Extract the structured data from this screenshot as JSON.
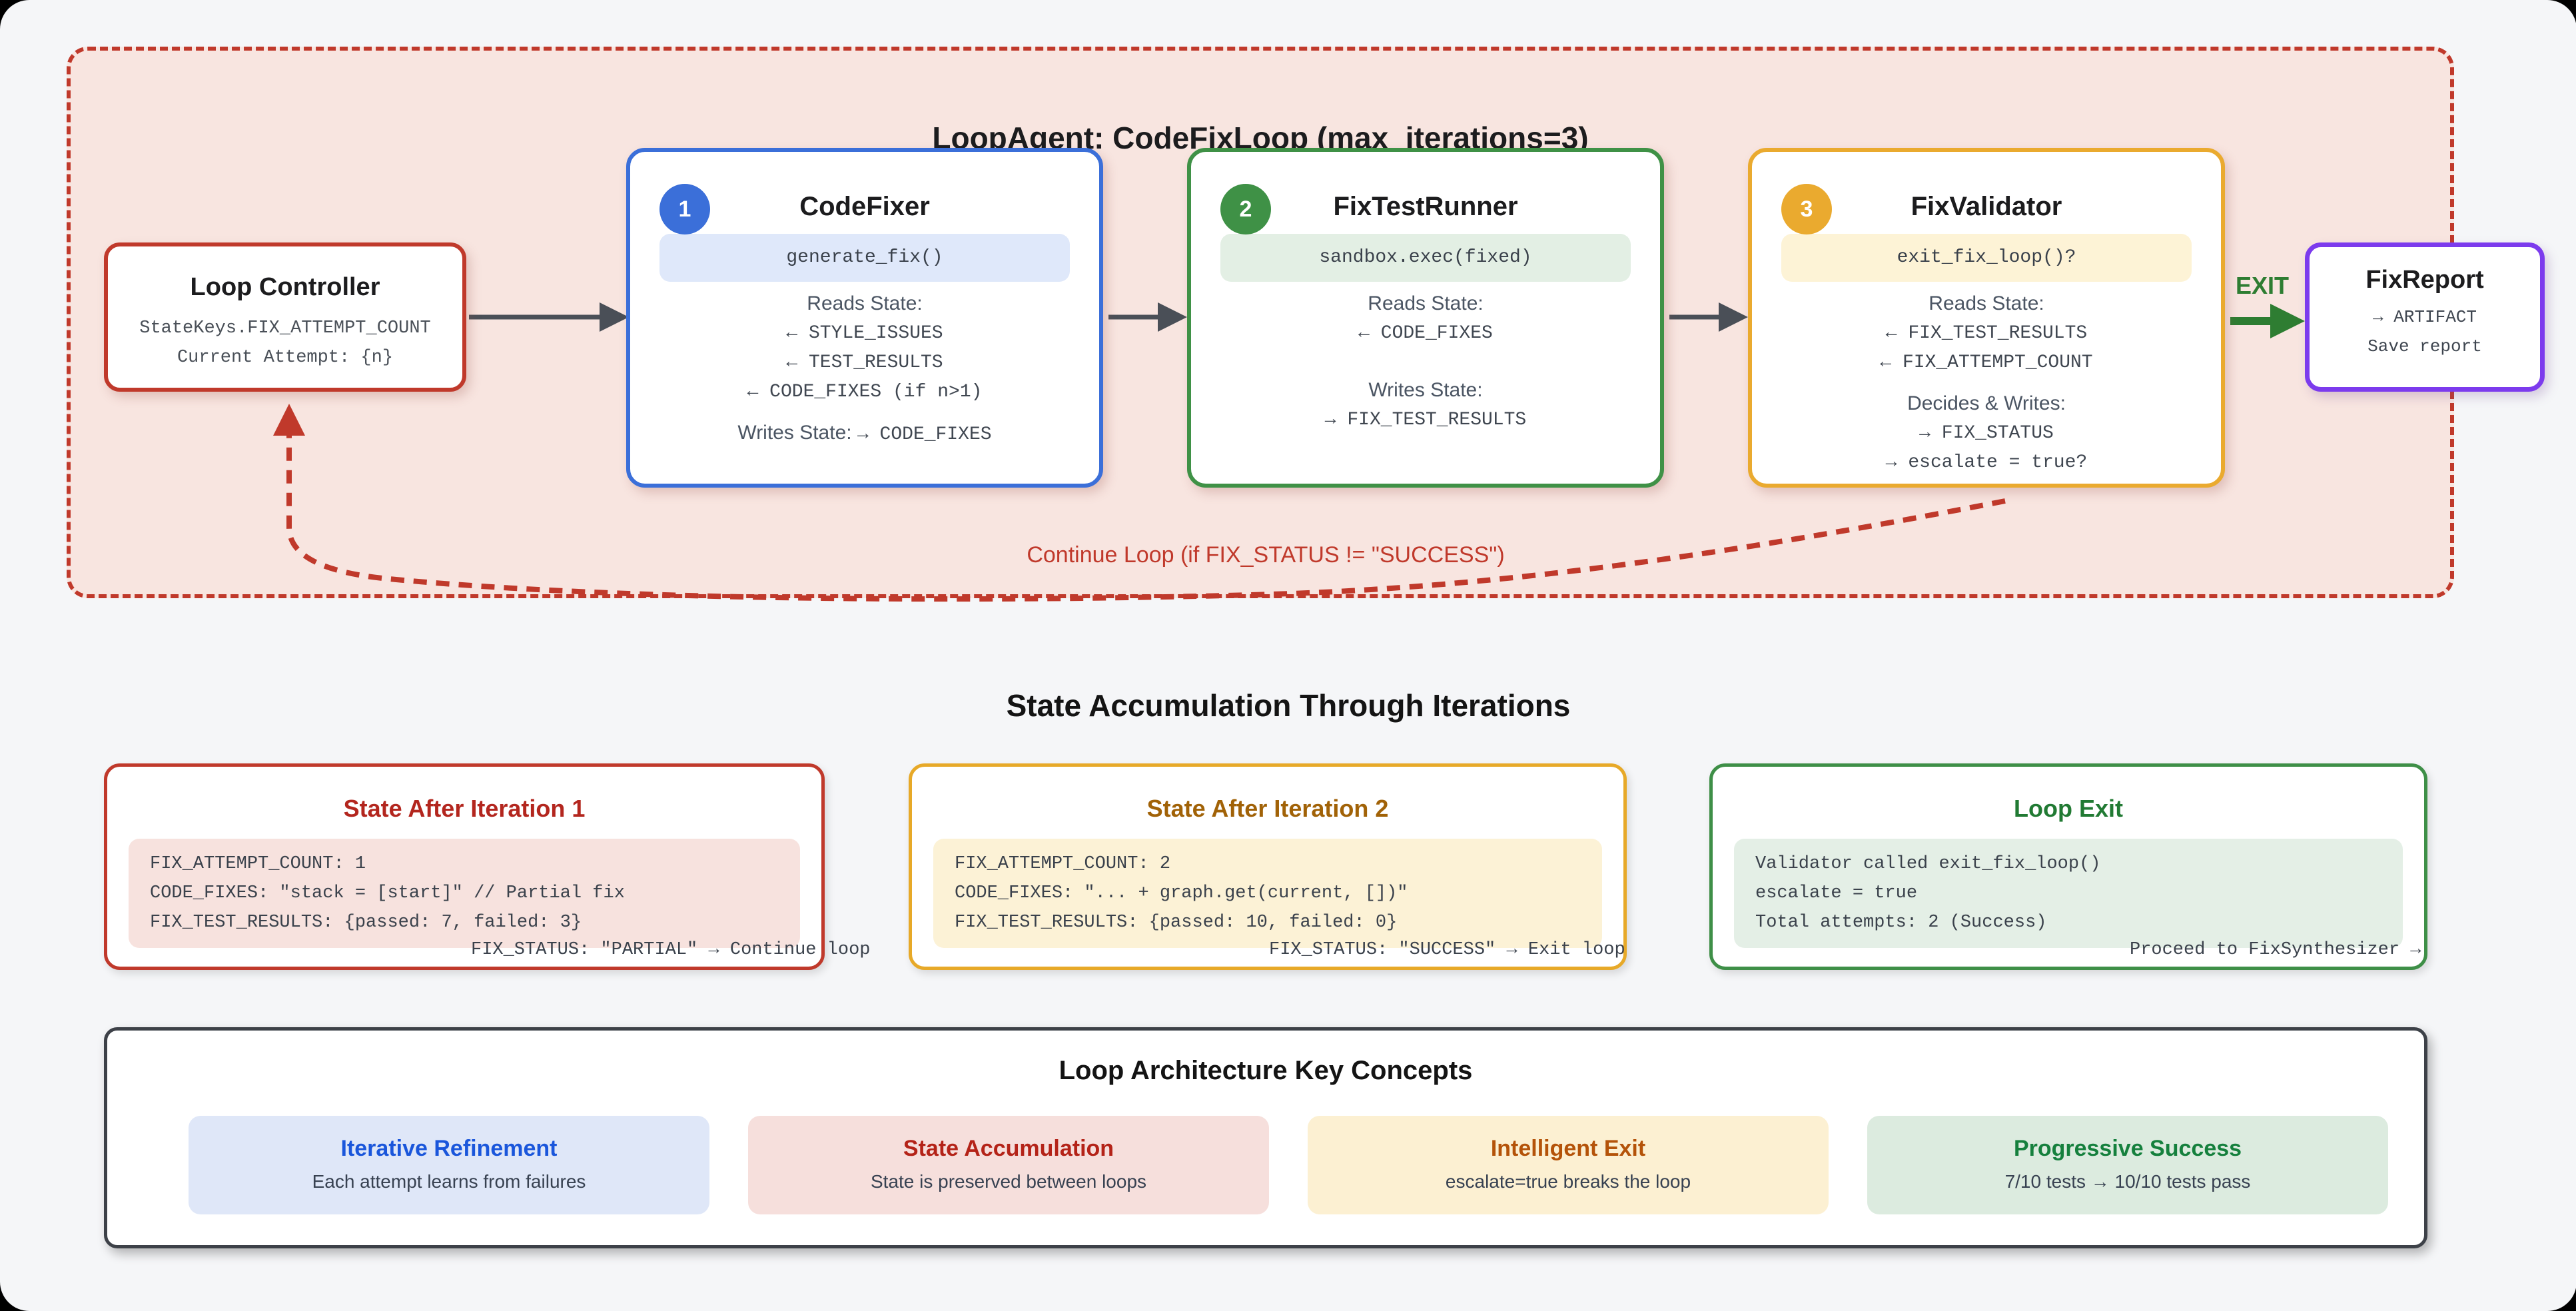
{
  "colors": {
    "page_bg": "#f5f6f8",
    "outer_bg": "#000000",
    "loop_bg": "#f8e5e0",
    "loop_border": "#c0392b",
    "blue_accent": "#3b6fd9",
    "green_accent": "#3f9146",
    "amber_accent": "#eaaa2f",
    "purple_accent": "#7c3bed",
    "exit_green": "#2e7d32",
    "arrow_gray": "#4a4f57"
  },
  "loop_container": {
    "title": "LoopAgent: CodeFixLoop (max_iterations=3)",
    "continue_label": "Continue Loop (if FIX_STATUS != \"SUCCESS\")",
    "exit_label": "EXIT"
  },
  "loop_controller": {
    "title": "Loop Controller",
    "lines": [
      "StateKeys.FIX_ATTEMPT_COUNT",
      "Current Attempt: {n}"
    ]
  },
  "agents": [
    {
      "badge": "1",
      "title": "CodeFixer",
      "pill": "generate_fix()",
      "reads_label": "Reads State:",
      "reads": [
        "← STYLE_ISSUES",
        "← TEST_RESULTS",
        "← CODE_FIXES (if n>1)"
      ],
      "writes_label": "Writes State:",
      "writes_inline": "→ CODE_FIXES"
    },
    {
      "badge": "2",
      "title": "FixTestRunner",
      "pill": "sandbox.exec(fixed)",
      "reads_label": "Reads State:",
      "reads": [
        "← CODE_FIXES"
      ],
      "writes_label": "Writes State:",
      "writes": [
        "→ FIX_TEST_RESULTS"
      ]
    },
    {
      "badge": "3",
      "title": "FixValidator",
      "pill": "exit_fix_loop()?",
      "reads_label": "Reads State:",
      "reads": [
        "← FIX_TEST_RESULTS",
        "← FIX_ATTEMPT_COUNT"
      ],
      "writes_label": "Decides & Writes:",
      "writes": [
        "→ FIX_STATUS",
        "→ escalate = true?"
      ]
    }
  ],
  "fix_report": {
    "title": "FixReport",
    "lines": [
      "→ ARTIFACT",
      "Save report"
    ]
  },
  "state_section": {
    "heading": "State Accumulation Through Iterations",
    "boxes": [
      {
        "title": "State After Iteration 1",
        "code_lines": [
          "FIX_ATTEMPT_COUNT: 1",
          "CODE_FIXES: \"stack = [start]\" // Partial fix",
          "FIX_TEST_RESULTS: {passed: 7, failed: 3}"
        ],
        "overflow_line": "FIX_STATUS: \"PARTIAL\" → Continue loop"
      },
      {
        "title": "State After Iteration 2",
        "code_lines": [
          "FIX_ATTEMPT_COUNT: 2",
          "CODE_FIXES: \"... + graph.get(current, [])\"",
          "FIX_TEST_RESULTS: {passed: 10, failed: 0}"
        ],
        "overflow_line": "FIX_STATUS: \"SUCCESS\" → Exit loop"
      },
      {
        "title": "Loop Exit",
        "code_lines": [
          "Validator called exit_fix_loop()",
          "escalate = true",
          "Total attempts: 2 (Success)"
        ],
        "overflow_line": "Proceed to FixSynthesizer →"
      }
    ]
  },
  "concepts": {
    "heading": "Loop Architecture Key Concepts",
    "cards": [
      {
        "title": "Iterative Refinement",
        "desc": "Each attempt learns from failures"
      },
      {
        "title": "State Accumulation",
        "desc": "State is preserved between loops"
      },
      {
        "title": "Intelligent Exit",
        "desc": "escalate=true breaks the loop"
      },
      {
        "title": "Progressive Success",
        "desc": "7/10 tests → 10/10 tests pass"
      }
    ]
  }
}
